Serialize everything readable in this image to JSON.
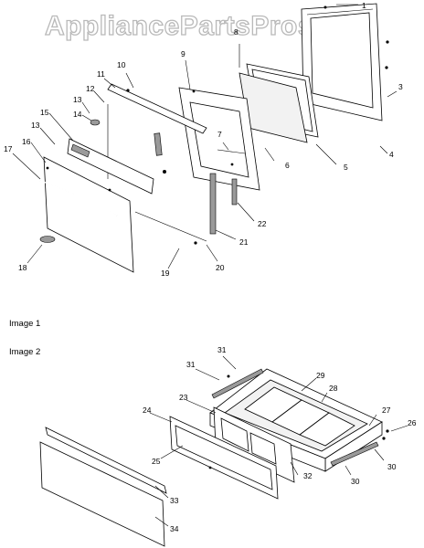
{
  "watermark": "AppliancePartsPros.com",
  "sections": [
    {
      "caption": "Image 1"
    },
    {
      "caption": "Image 2"
    }
  ],
  "callouts_image1": [
    "1",
    "3",
    "4",
    "5",
    "6",
    "7",
    "8",
    "9",
    "10",
    "11",
    "12",
    "13",
    "14",
    "15",
    "13",
    "16",
    "17",
    "18",
    "19",
    "20",
    "21",
    "22"
  ],
  "callouts_image2": [
    "23",
    "24",
    "25",
    "26",
    "27",
    "28",
    "29",
    "30",
    "31",
    "31",
    "30",
    "32",
    "33",
    "34"
  ]
}
